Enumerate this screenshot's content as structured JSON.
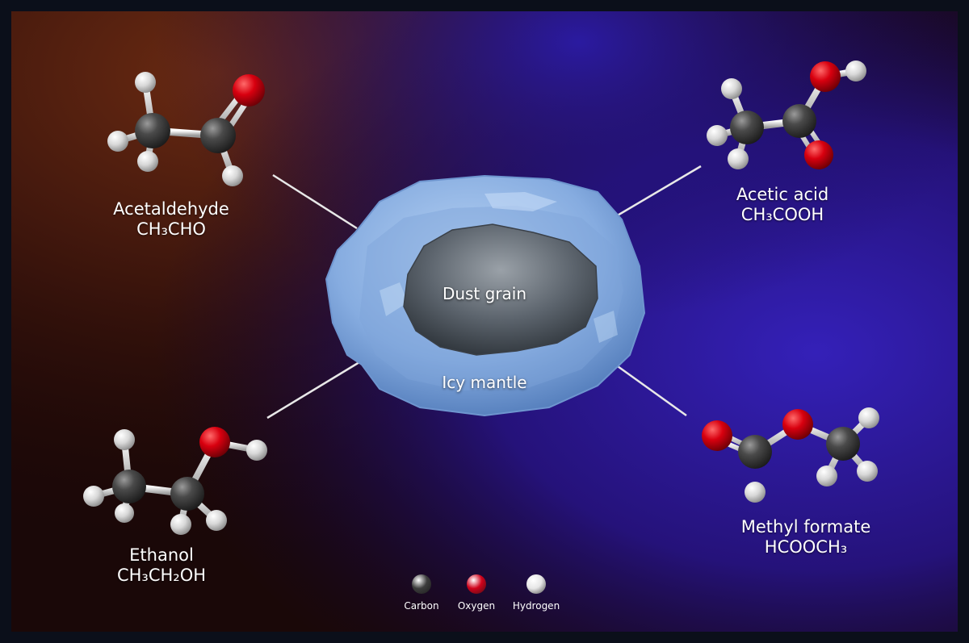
{
  "center": {
    "core_label": "Dust grain",
    "mantle_label": "Icy mantle"
  },
  "molecules": {
    "acetaldehyde": {
      "name": "Acetaldehyde",
      "formula": "CH₃CHO"
    },
    "acetic_acid": {
      "name": "Acetic acid",
      "formula": "CH₃COOH"
    },
    "ethanol": {
      "name": "Ethanol",
      "formula": "CH₃CH₂OH"
    },
    "methyl_formate": {
      "name": "Methyl formate",
      "formula": "HCOOCH₃"
    }
  },
  "legend": {
    "items": [
      {
        "label": "Carbon",
        "color": "#3c3c3c"
      },
      {
        "label": "Oxygen",
        "color": "#d0021b"
      },
      {
        "label": "Hydrogen",
        "color": "#e6e6e6"
      }
    ]
  },
  "colors": {
    "carbon": "#3c3c3c",
    "oxygen": "#d0021b",
    "hydrogen": "#e6e6e6",
    "ice": "#8fb6e6",
    "background_warm": "#5a2512",
    "background_cool": "#2a1a9a"
  }
}
